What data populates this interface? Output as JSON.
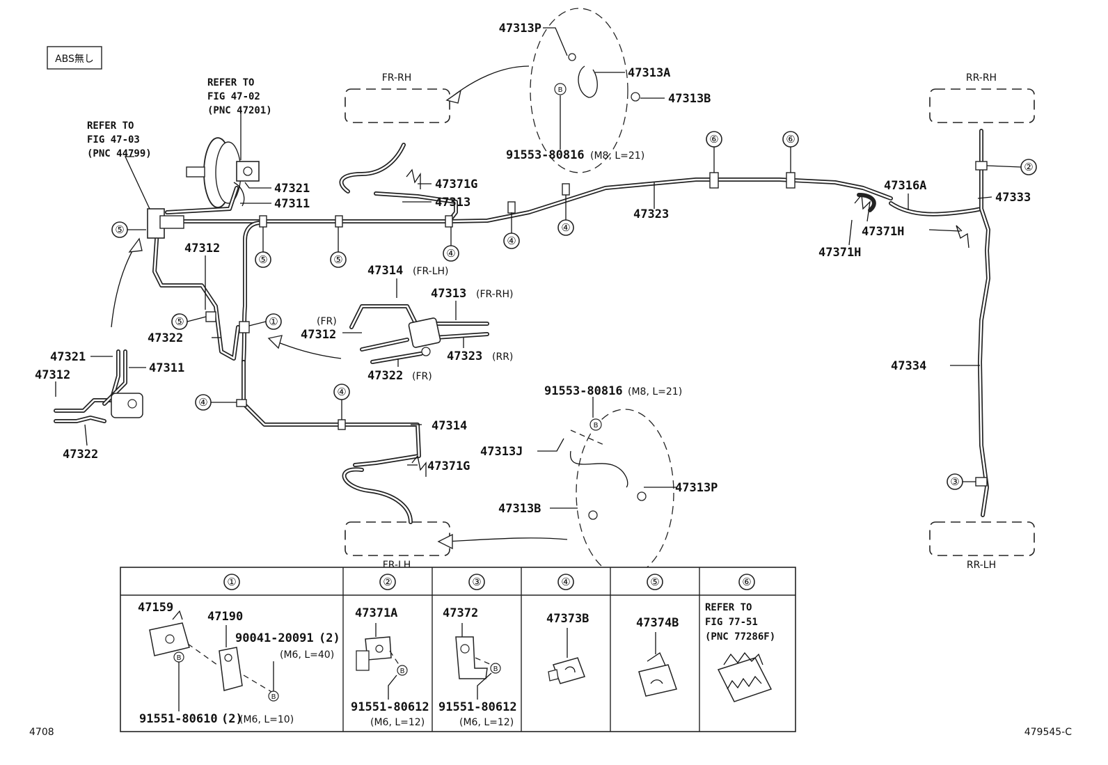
{
  "badge": "ABS無し",
  "wheels": {
    "fr_rh": "FR-RH",
    "rr_rh": "RR-RH",
    "fr_lh": "FR-LH",
    "rr_lh": "RR-LH"
  },
  "refs": {
    "ref1": [
      "REFER TO",
      "FIG 47-02",
      "(PNC 47201)"
    ],
    "ref2": [
      "REFER TO",
      "FIG 47-03",
      "(PNC 44799)"
    ],
    "ref3": [
      "REFER TO",
      "FIG 77-51",
      "(PNC 77286F)"
    ]
  },
  "parts": {
    "p47313P_top": "47313P",
    "p47313A": "47313A",
    "p47313B_top": "47313B",
    "bolt_top_num": "91553-80816",
    "bolt_top_spec": "(M8, L=21)",
    "p47321": "47321",
    "p47311": "47311",
    "p47371G_top": "47371G",
    "p47313": "47313",
    "p47323": "47323",
    "p47316A": "47316A",
    "p47333": "47333",
    "p47371H_right": "47371H",
    "p47371H_mid": "47371H",
    "p47312": "47312",
    "p47322": "47322",
    "p47314_fl_num": "47314",
    "p47314_fl_suffix": "(FR-LH)",
    "p47313_fr_num": "47313",
    "p47313_fr_suffix": "(FR-RH)",
    "fr_tag": "(FR)",
    "p47312_c": "47312",
    "p47322_c_num": "47322",
    "p47322_c_suffix": "(FR)",
    "p47323_c_num": "47323",
    "p47323_c_suffix": "(RR)",
    "p47334": "47334",
    "p47321_inset": "47321",
    "p47311_inset": "47311",
    "p47312_inset": "47312",
    "p47322_inset": "47322",
    "bolt_bot_num": "91553-80816",
    "bolt_bot_spec": "(M8, L=21)",
    "p47314_low": "47314",
    "p47313J": "47313J",
    "p47371G_low": "47371G",
    "p47313P_low": "47313P",
    "p47313B_low": "47313B"
  },
  "callouts": [
    "①",
    "②",
    "③",
    "④",
    "⑤",
    "⑥"
  ],
  "bolt_marker": "B",
  "table": {
    "headers": [
      "①",
      "②",
      "③",
      "④",
      "⑤",
      "⑥"
    ],
    "c1": {
      "p47159": "47159",
      "p47190": "47190",
      "bolt_a_num": "90041-20091",
      "bolt_a_qty": "(2)",
      "bolt_a_spec": "(M6, L=40)",
      "bolt_b_num": "91551-80610",
      "bolt_b_qty": "(2)",
      "bolt_b_spec": "(M6, L=10)"
    },
    "c2": {
      "part": "47371A",
      "bolt_num": "91551-80612",
      "bolt_spec": "(M6, L=12)"
    },
    "c3": {
      "part": "47372",
      "bolt_num": "91551-80612",
      "bolt_spec": "(M6, L=12)"
    },
    "c4": {
      "part": "47373B"
    },
    "c5": {
      "part": "47374B"
    }
  },
  "footer": {
    "left": "4708",
    "right": "479545-C"
  }
}
